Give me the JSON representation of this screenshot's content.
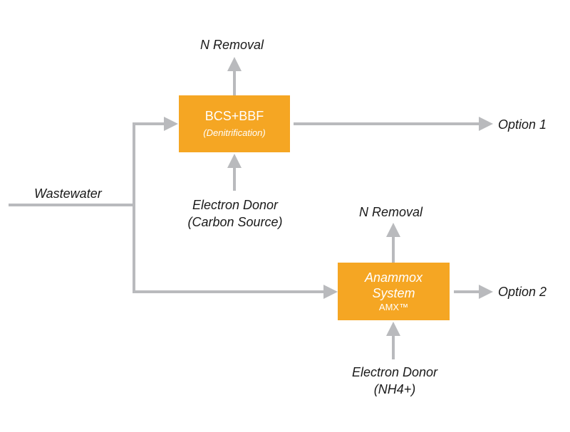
{
  "diagram": {
    "colors": {
      "box_fill": "#f5a623",
      "box_text": "#ffffff",
      "arrow": "#b9babd",
      "label_text": "#1a1a1a"
    },
    "input": {
      "label": "Wastewater"
    },
    "option1": {
      "box_title": "BCS+BBF",
      "box_subtitle": "(Denitrification)",
      "top_label": "N Removal",
      "bottom_label_line1": "Electron Donor",
      "bottom_label_line2": "(Carbon Source)",
      "output_label": "Option 1"
    },
    "option2": {
      "box_line1": "Anammox",
      "box_line2": "System",
      "box_abbr": "AMX™",
      "top_label": "N Removal",
      "bottom_label_line1": "Electron Donor",
      "bottom_label_line2": "(NH4+)",
      "output_label": "Option 2"
    }
  }
}
